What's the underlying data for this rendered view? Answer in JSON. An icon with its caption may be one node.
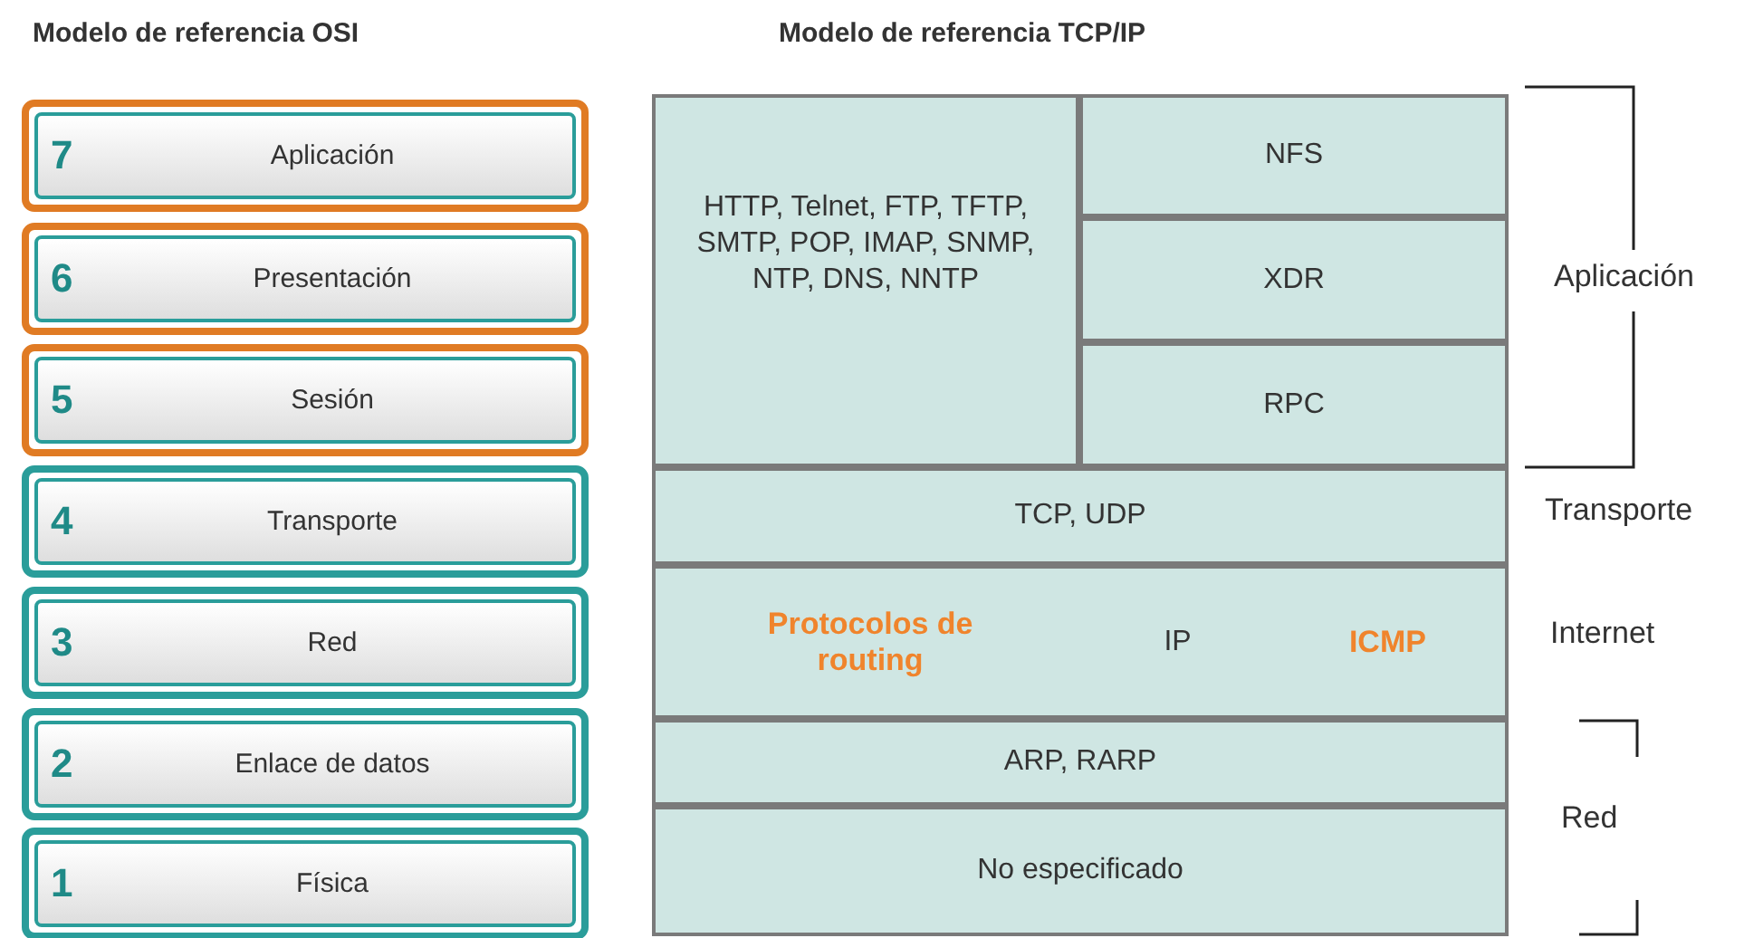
{
  "diagram": {
    "nodes": [
      {
        "text": [
          "7",
          "Aplicación"
        ]
      },
      {
        "text": [
          "6",
          "Presentación"
        ]
      },
      {
        "text": [
          "5",
          "Sesión"
        ]
      },
      {
        "text": [
          "4",
          "Transporte"
        ]
      },
      {
        "text": [
          "3",
          "Red"
        ]
      },
      {
        "text": [
          "2",
          "Enlace de datos"
        ]
      },
      {
        "text": [
          "1",
          "Física"
        ]
      },
      {
        "text": [
          "HTTP, Telnet, FTP, TFTP, SMTP, POP, IMAP, SNMP, NTP, DNS, NNTP"
        ]
      },
      {
        "text": [
          "NFS"
        ]
      },
      {
        "text": [
          "XDR"
        ]
      },
      {
        "text": [
          "RPC"
        ]
      },
      {
        "text": [
          "TCP, UDP"
        ]
      },
      {
        "text": [
          "Protocolos de routing",
          "IP",
          "ICMP"
        ]
      },
      {
        "text": [
          "ARP, RARP"
        ]
      },
      {
        "text": [
          "No especificado"
        ]
      }
    ],
    "edges": [],
    "labels": [
      "Modelo de referencia OSI",
      "Modelo de referencia TCP/IP",
      "Aplicación",
      "Transporte",
      "Internet",
      "Red"
    ]
  }
}
